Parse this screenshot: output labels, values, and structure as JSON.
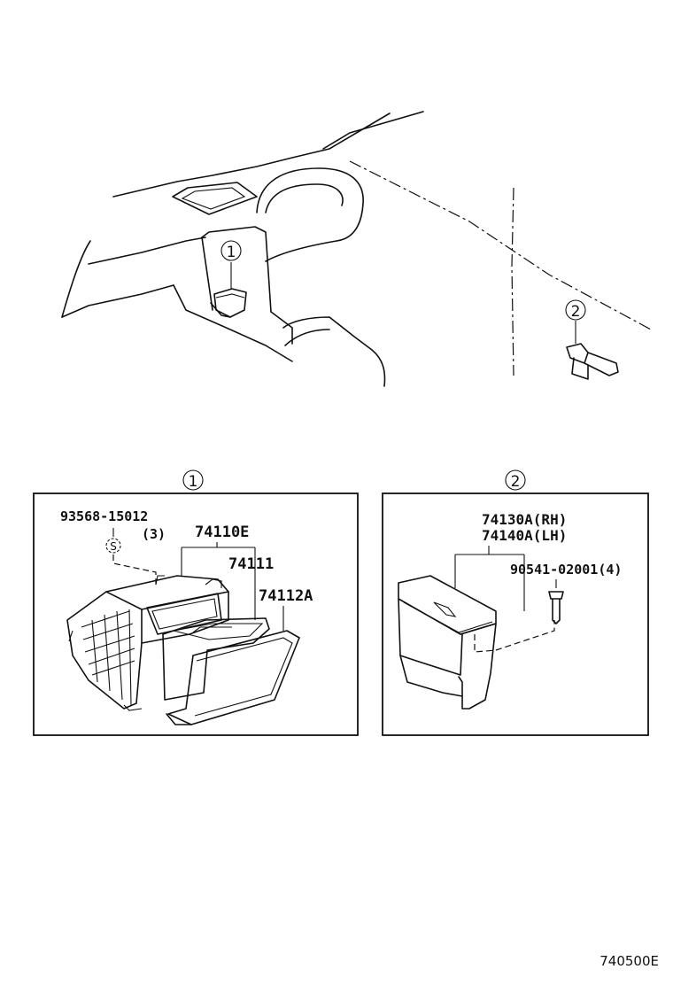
{
  "callouts": {
    "one": "1",
    "two": "2"
  },
  "panel1": {
    "parts": [
      {
        "id": "p-93568",
        "number": "93568-15012",
        "qty": "(3)"
      },
      {
        "id": "p-74110e",
        "number": "74110E"
      },
      {
        "id": "p-74111",
        "number": "74111"
      },
      {
        "id": "p-74112a",
        "number": "74112A"
      }
    ],
    "screw_symbol": "S"
  },
  "panel2": {
    "parts": [
      {
        "id": "p-74130a",
        "number": "74130A(RH)"
      },
      {
        "id": "p-74140a",
        "number": "74140A(LH)"
      },
      {
        "id": "p-90541",
        "number": "90541-02001(4)"
      }
    ]
  },
  "figure_code": "740500E"
}
